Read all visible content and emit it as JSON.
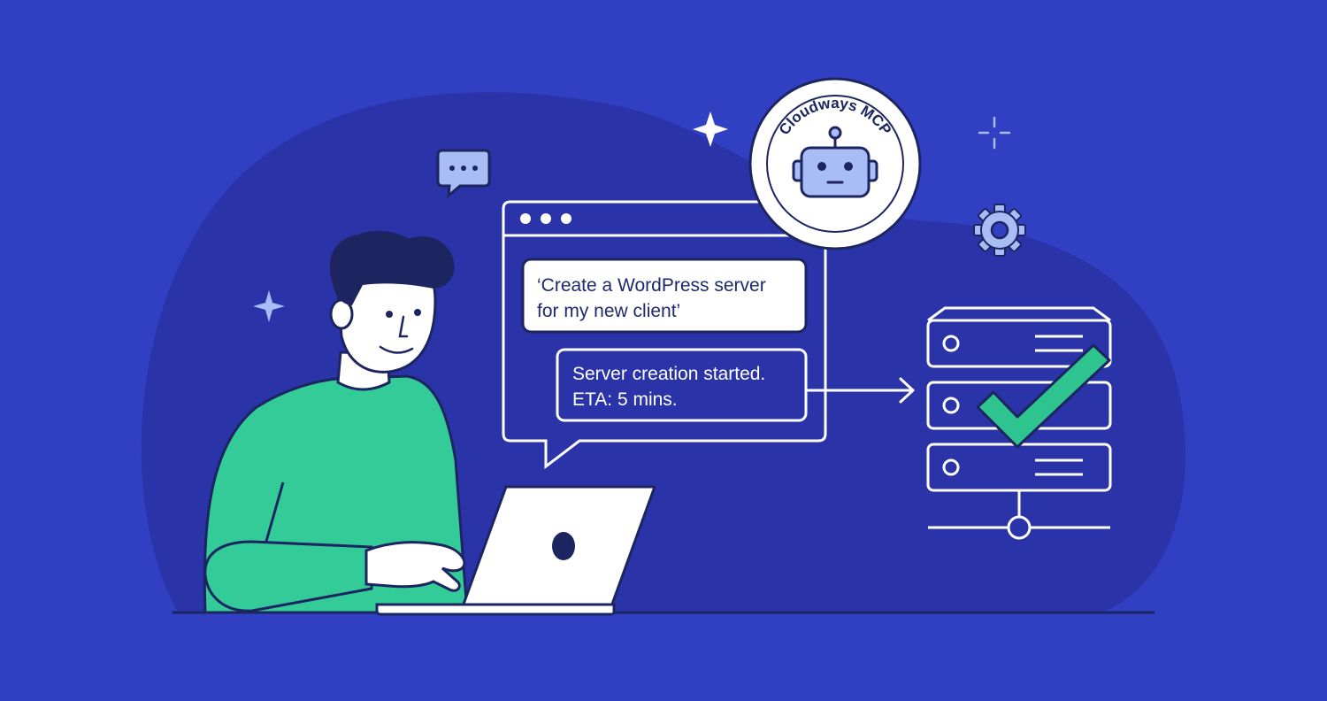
{
  "chat": {
    "user_prompt_line1": "‘Create a WordPress server",
    "user_prompt_line2": "for my new client’",
    "reply_line1": "Server creation started.",
    "reply_line2": "ETA: 5 mins."
  },
  "badge": {
    "label": "Cloudways MCP",
    "icon": "robot-icon"
  },
  "icons": [
    "speech-bubble-icon",
    "sparkle-icon",
    "gear-icon",
    "server-stack-icon",
    "checkmark-icon",
    "laptop-icon"
  ],
  "colors": {
    "background": "#3140c3",
    "blob": "#2a34a8",
    "shirt": "#33cc99",
    "outline": "#1c2560",
    "white": "#ffffff",
    "accent_light": "#a8bdf5",
    "check": "#2ec48f"
  }
}
